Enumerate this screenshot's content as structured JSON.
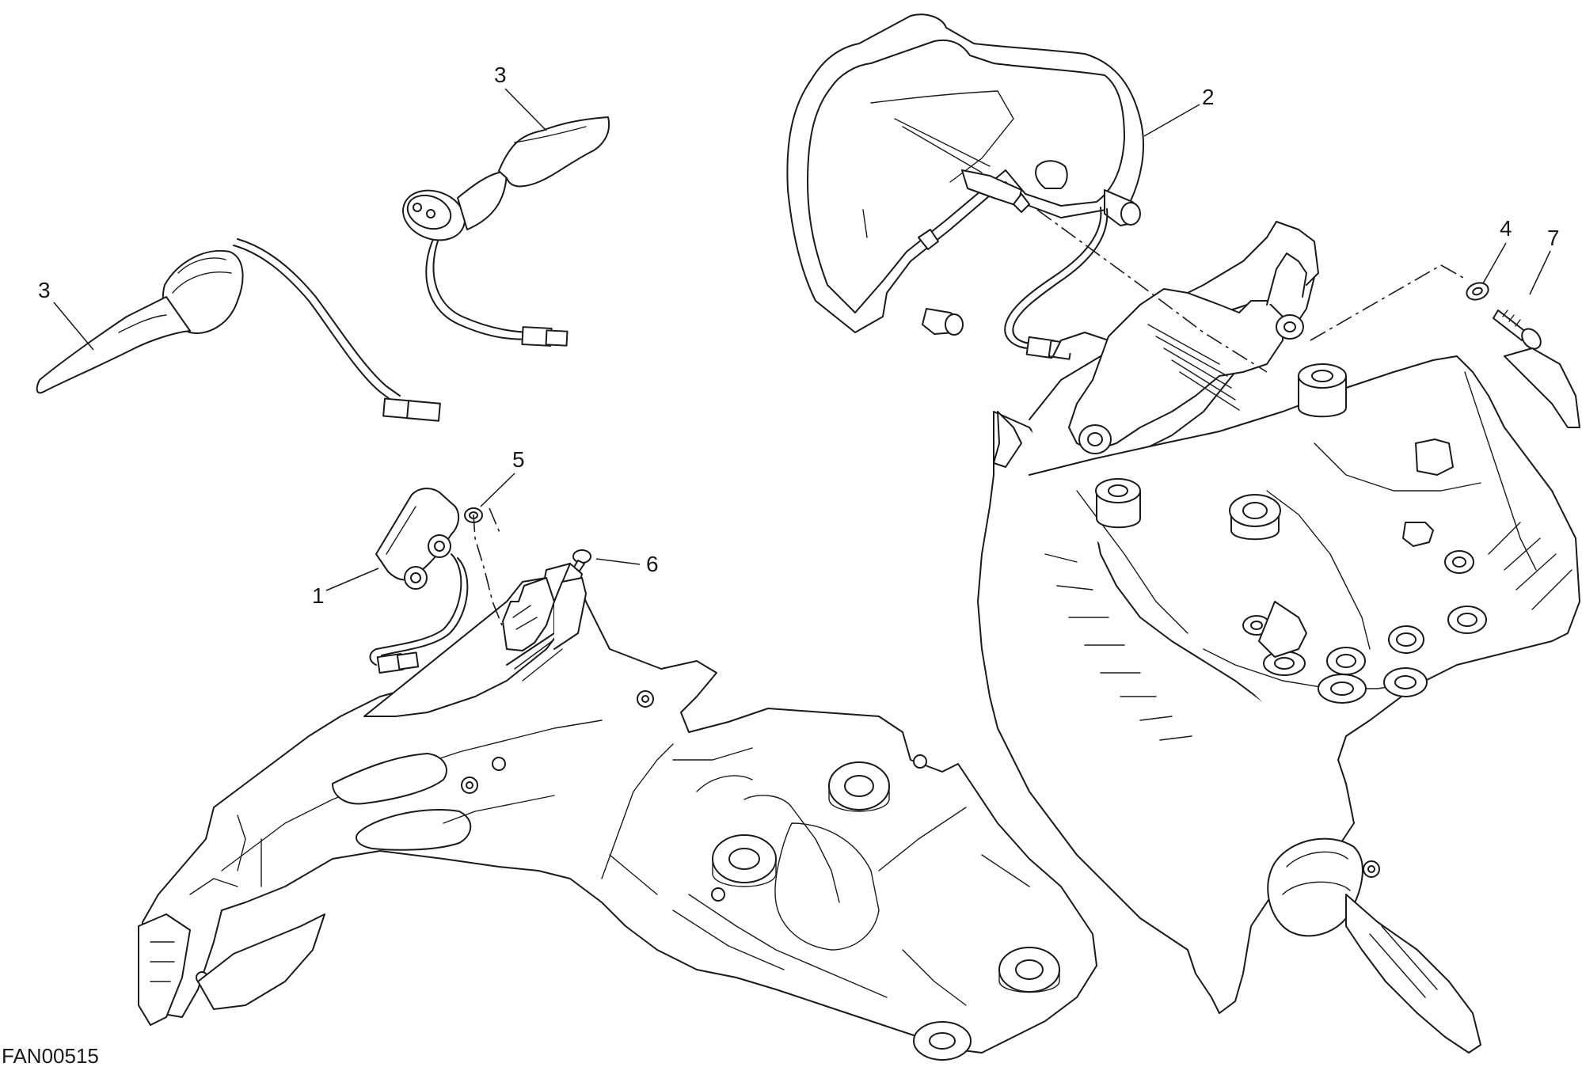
{
  "figure_code": "FAN00515",
  "callouts": [
    {
      "id": "1",
      "label": "1"
    },
    {
      "id": "2",
      "label": "2"
    },
    {
      "id": "3a",
      "label": "3"
    },
    {
      "id": "3b",
      "label": "3"
    },
    {
      "id": "4",
      "label": "4"
    },
    {
      "id": "5",
      "label": "5"
    },
    {
      "id": "6",
      "label": "6"
    },
    {
      "id": "7",
      "label": "7"
    }
  ]
}
